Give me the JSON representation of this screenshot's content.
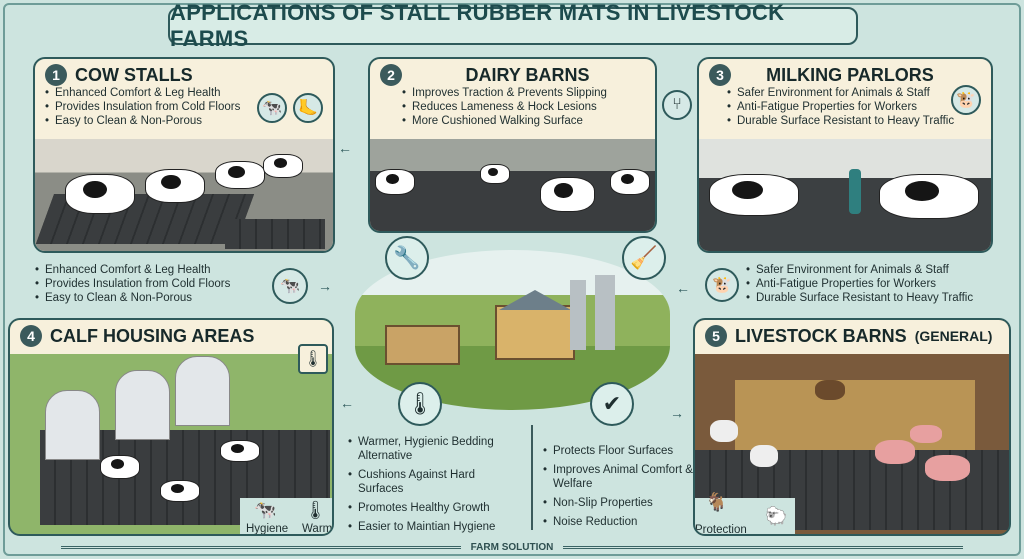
{
  "title": "APPLICATIONS OF STALL RUBBER MATS IN LIVESTOCK FARMS",
  "panels": [
    {
      "number": "1",
      "title": "COW STALLS",
      "bullets": [
        "Enhanced Comfort & Leg Health",
        "Provides Insulation from Cold Floors",
        "Easy to Clean & Non-Porous"
      ],
      "icons": [
        "cow-icon",
        "hoof-icon"
      ]
    },
    {
      "number": "2",
      "title": "DAIRY BARNS",
      "bullets": [
        "Improves Traction & Prevents Slipping",
        "Reduces Lameness & Hock Lesions",
        "More Cushioned Walking Surface"
      ],
      "icons": [
        "milking-cluster-icon"
      ]
    },
    {
      "number": "3",
      "title": "MILKING PARLORS",
      "bullets": [
        "Safer Environment for Animals & Staff",
        "Anti-Fatigue Properties for Workers",
        "Durable Surface Resistant to Heavy Traffic"
      ],
      "icons": [
        "cow-face-icon"
      ]
    },
    {
      "number": "4",
      "title": "CALF HOUSING AREAS",
      "labels": [
        "Hygiene",
        "Warm"
      ],
      "icons": [
        "thermometer-icon"
      ]
    },
    {
      "number": "5",
      "title": "LIVESTOCK BARNS",
      "title_suffix": "(GENERAL)",
      "labels": [
        "Protection"
      ]
    }
  ],
  "side_left": {
    "bullets": [
      "Enhanced Comfort & Leg Health",
      "Provides Insulation from Cold Floors",
      "Easy to Clean & Non-Porous"
    ]
  },
  "side_right": {
    "bullets": [
      "Safer Environment for Animals & Staff",
      "Anti-Fatigue Properties for Workers",
      "Durable Surface Resistant to Heavy Traffic"
    ]
  },
  "bottom_left": {
    "bullets": [
      "Warmer, Hygienic Bedding Alternative",
      "Cushions Against Hard Surfaces",
      "Promotes Healthy Growth",
      "Easier to Maintian Hygiene"
    ]
  },
  "bottom_right": {
    "bullets": [
      "Protects Floor Surfaces",
      "Improves Animal Comfort & Welfare",
      "Non-Slip Properties",
      "Noise Reduction"
    ]
  },
  "footer": "FARM SOLUTION",
  "colors": {
    "background": "#cde4df",
    "accent": "#2e5a5b",
    "panel": "#f7f0dc"
  }
}
